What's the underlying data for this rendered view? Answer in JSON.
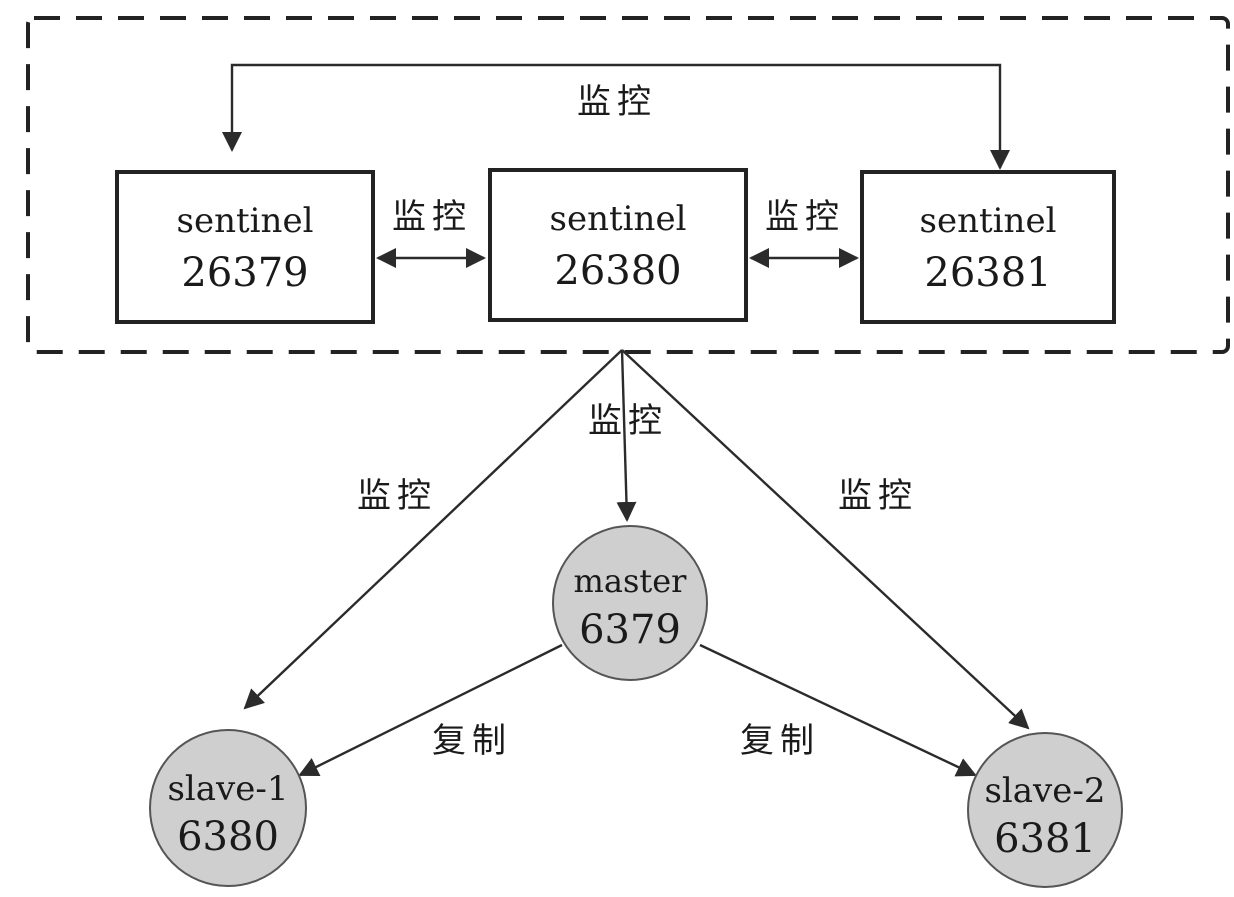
{
  "diagram": {
    "sentinels": [
      {
        "name": "sentinel",
        "port": "26379"
      },
      {
        "name": "sentinel",
        "port": "26380"
      },
      {
        "name": "sentinel",
        "port": "26381"
      }
    ],
    "master": {
      "name": "master",
      "port": "6379"
    },
    "slaves": [
      {
        "name": "slave-1",
        "port": "6380"
      },
      {
        "name": "slave-2",
        "port": "6381"
      }
    ],
    "edge_labels": {
      "monitor_top": "监控",
      "monitor_left_pair": "监控",
      "monitor_right_pair": "监控",
      "monitor_master": "监控",
      "monitor_slave_1": "监控",
      "monitor_slave_2": "监控",
      "replicate_slave_1": "复制",
      "replicate_slave_2": "复制"
    }
  }
}
